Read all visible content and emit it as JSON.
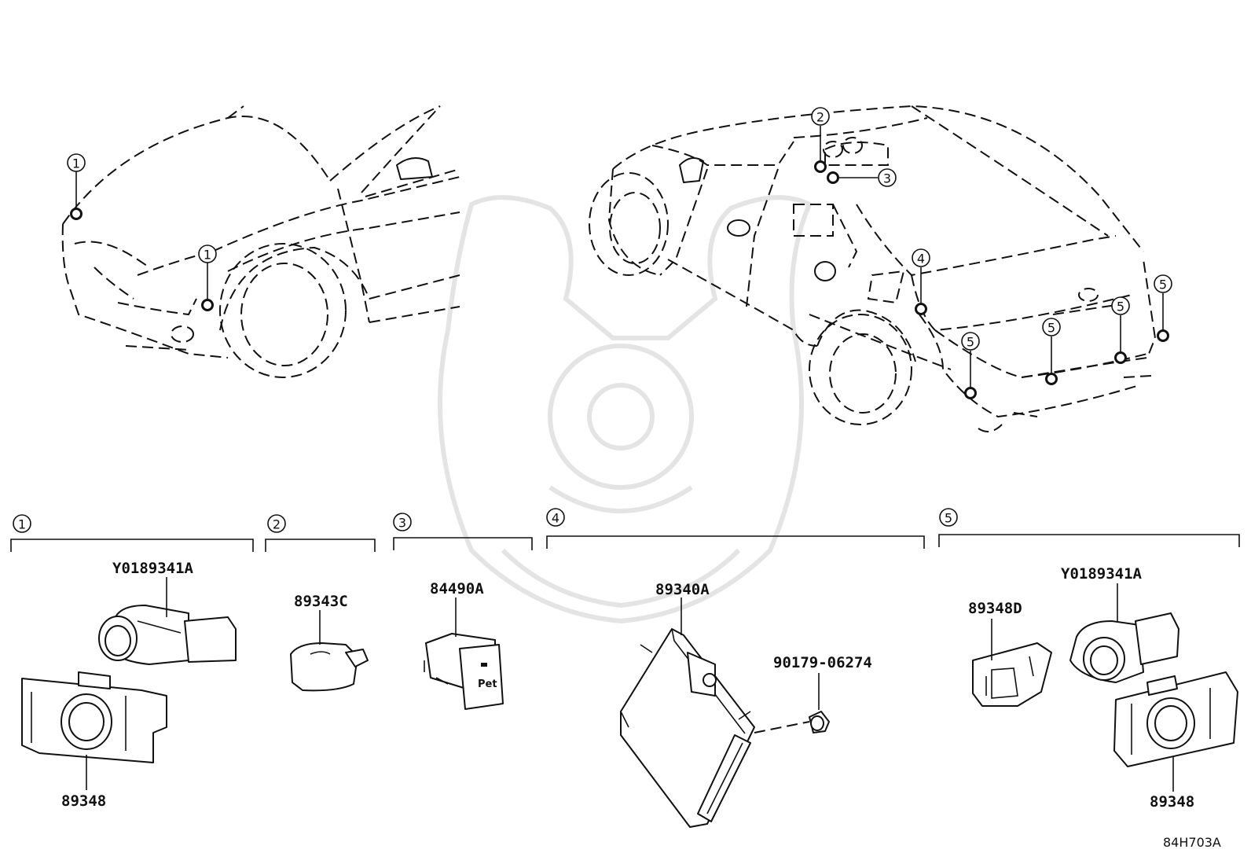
{
  "diagram_id": "84H703A",
  "callouts": {
    "c1": "1",
    "c2": "2",
    "c3": "3",
    "c4": "4",
    "c5": "5"
  },
  "groups": {
    "g1": {
      "num": "1",
      "parts": [
        "Y0189341A",
        "89348"
      ]
    },
    "g2": {
      "num": "2",
      "parts": [
        "89343C"
      ]
    },
    "g3": {
      "num": "3",
      "parts": [
        "84490A"
      ]
    },
    "g4": {
      "num": "4",
      "parts": [
        "89340A",
        "90179-06274"
      ]
    },
    "g5": {
      "num": "5",
      "parts": [
        "89348D",
        "Y0189341A",
        "89348"
      ]
    }
  },
  "switch_text": "Pet"
}
